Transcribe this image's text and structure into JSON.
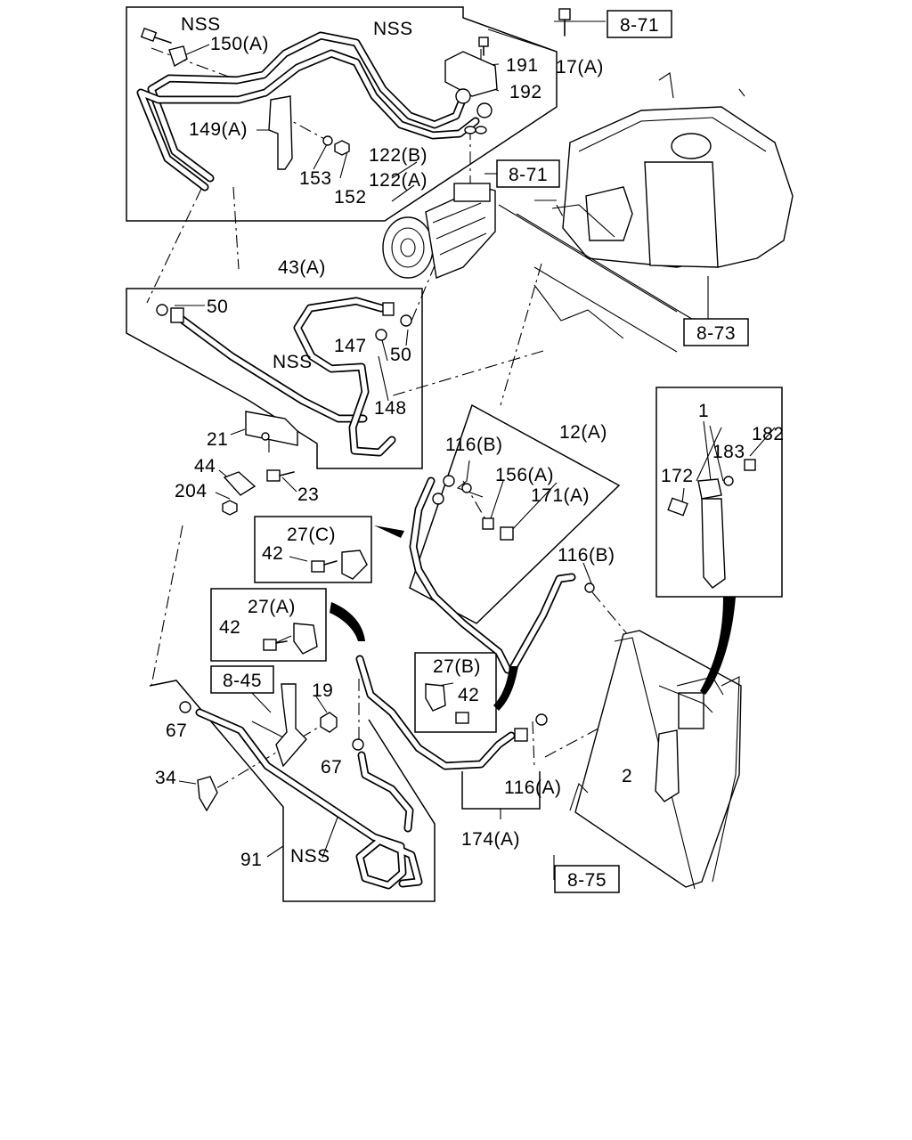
{
  "labels": {
    "nss_1": "NSS",
    "l_150a": "150(A)",
    "nss_2": "NSS",
    "l_191": "191",
    "l_192": "192",
    "l_17a": "17(A)",
    "l_149a": "149(A)",
    "l_153": "153",
    "l_152": "152",
    "l_122b": "122(B)",
    "l_122a": "122(A)",
    "l_43a": "43(A)",
    "l_50a": "50",
    "l_147": "147",
    "l_50b": "50",
    "nss_3": "NSS",
    "l_148": "148",
    "l_21": "21",
    "l_44": "44",
    "l_204": "204",
    "l_23": "23",
    "l_12a": "12(A)",
    "l_116b_1": "116(B)",
    "l_156a": "156(A)",
    "l_171a": "171(A)",
    "l_27c": "27(C)",
    "l_42_1": "42",
    "l_116b_2": "116(B)",
    "l_27a": "27(A)",
    "l_42_2": "42",
    "l_27b": "27(B)",
    "l_42_3": "42",
    "l_19": "19",
    "l_67a": "67",
    "l_67b": "67",
    "l_34": "34",
    "l_91": "91",
    "nss_4": "NSS",
    "l_116a": "116(A)",
    "l_174a": "174(A)",
    "l_2": "2",
    "l_1": "1",
    "l_182": "182",
    "l_183": "183",
    "l_172": "172"
  },
  "refs": {
    "r_871_top": "8-71",
    "r_871_mid": "8-71",
    "r_873": "8-73",
    "r_845": "8-45",
    "r_875": "8-75"
  }
}
